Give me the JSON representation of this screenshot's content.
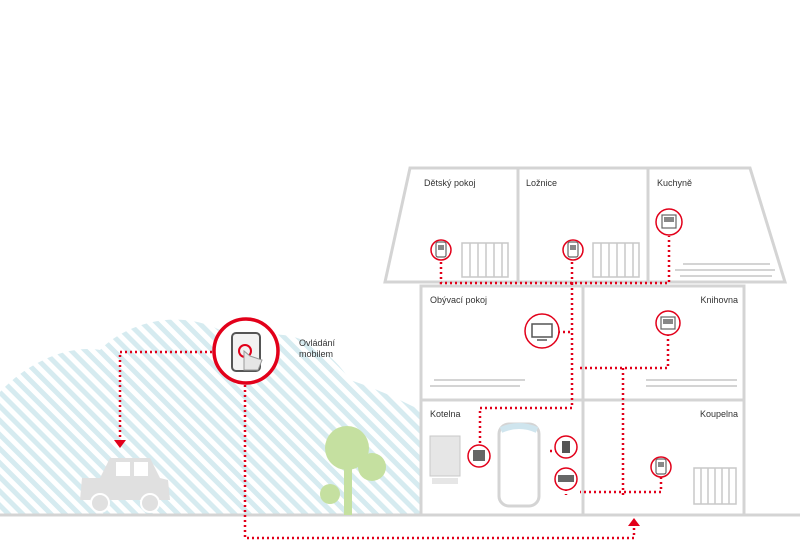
{
  "mobile_control": {
    "line1": "Ovládání",
    "line2": "mobilem"
  },
  "rooms": {
    "kids_room": "Dětský pokoj",
    "bedroom": "Ložnice",
    "kitchen": "Kuchyně",
    "living_room": "Obývací pokoj",
    "library": "Knihovna",
    "boiler_room": "Kotelna",
    "bathroom": "Koupelna"
  },
  "colors": {
    "accent_red": "#e2001a",
    "wall_gray": "#d4d4d4",
    "tree_green": "#c5e0a0",
    "hill_stripes": "#d6ebf0",
    "car_gray": "#e0e0e0"
  }
}
